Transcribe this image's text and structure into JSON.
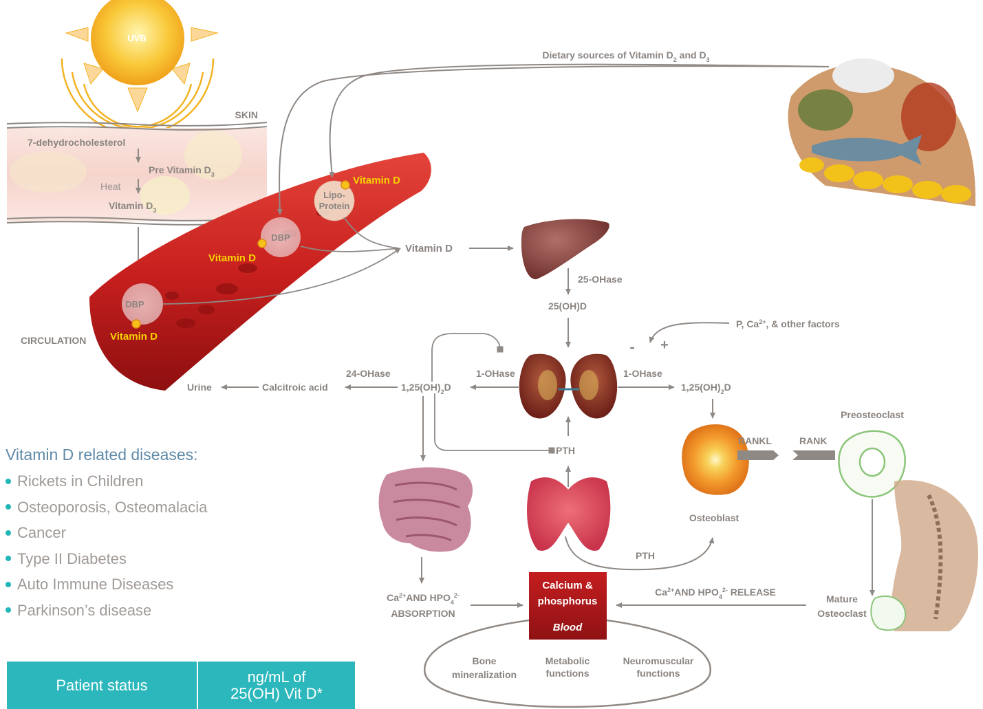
{
  "sun": {
    "label": "UVB"
  },
  "skin": {
    "label": "SKIN",
    "dehydro": "7-dehydrocholesterol",
    "pre_vitamin": "Pre Vitamin D",
    "pre_vitamin_sub": "3",
    "heat": "Heat",
    "vitamin_d3": "Vitamin D",
    "vitamin_d3_sub": "3"
  },
  "circulation": {
    "label": "CIRCULATION",
    "dbp": "DBP",
    "lipo_line1": "Lipo-",
    "lipo_line2": "Protein",
    "vitamin_d": "Vitamin D"
  },
  "diet": {
    "prefix": "Dietary sources of Vitamin D",
    "sub1": "2",
    "and": " and D",
    "sub2": "3"
  },
  "pathway": {
    "vitamin_d": "Vitamin D",
    "ohase25": "25-OHase",
    "ohd25": "25(OH)D",
    "p_factors_prefix": "P, Ca",
    "p_factors_sup": "2+",
    "p_factors_suffix": ", & other factors",
    "minus": "-",
    "plus": "+",
    "ohase1_left": "1-OHase",
    "ohase1_right": "1-OHase",
    "ohase24": "24-OHase",
    "d125_left_a": "1,25(OH)",
    "d125_left_sub": "2",
    "d125_left_b": "D",
    "d125_right_a": "1,25(OH)",
    "d125_right_sub": "2",
    "d125_right_b": "D",
    "calcitroic": "Calcitroic acid",
    "urine": "Urine",
    "pth_upper": "PTH",
    "pth_lower": "PTH"
  },
  "bone": {
    "preosteoclast": "Preosteoclast",
    "rankl": "RANKL",
    "rank": "RANK",
    "osteoblast": "Osteoblast",
    "mature_line1": "Mature",
    "mature_line2": "Osteoclast"
  },
  "absorption": {
    "line1_a": "Ca",
    "line1_sup": "2+",
    "line1_b": "AND HPO",
    "line1_sub": "4",
    "line1_sup2": "2-",
    "line2": "ABSORPTION"
  },
  "release": {
    "a": "Ca",
    "sup": "2+",
    "b": "AND HPO",
    "sub": "4",
    "sup2": "2-",
    "c": " RELEASE"
  },
  "blood": {
    "line1": "Calcium &",
    "line2": "phosphorus",
    "line3": "Blood"
  },
  "functions": {
    "bone_1": "Bone",
    "bone_2": "mineralization",
    "metabolic_1": "Metabolic",
    "metabolic_2": "functions",
    "neuro_1": "Neuromuscular",
    "neuro_2": "functions"
  },
  "diseases": {
    "title": "Vitamin D related diseases:",
    "items": [
      "Rickets in Children",
      "Osteoporosis, Osteomalacia",
      "Cancer",
      "Type II Diabetes",
      "Auto Immune Diseases",
      "Parkinson’s disease"
    ]
  },
  "table": {
    "col1": "Patient status",
    "col2_line1": "ng/mL of",
    "col2_line2": "25(OH) Vit D*"
  },
  "colors": {
    "label_gray": "#8a8480",
    "vitamin_yellow": "#f6d200",
    "disease_title": "#5f8aa8",
    "bullet_teal": "#23b6b8",
    "table_teal": "#2bb7bb",
    "vessel_red": "#c8201e",
    "blood_box": "#b5191c"
  }
}
